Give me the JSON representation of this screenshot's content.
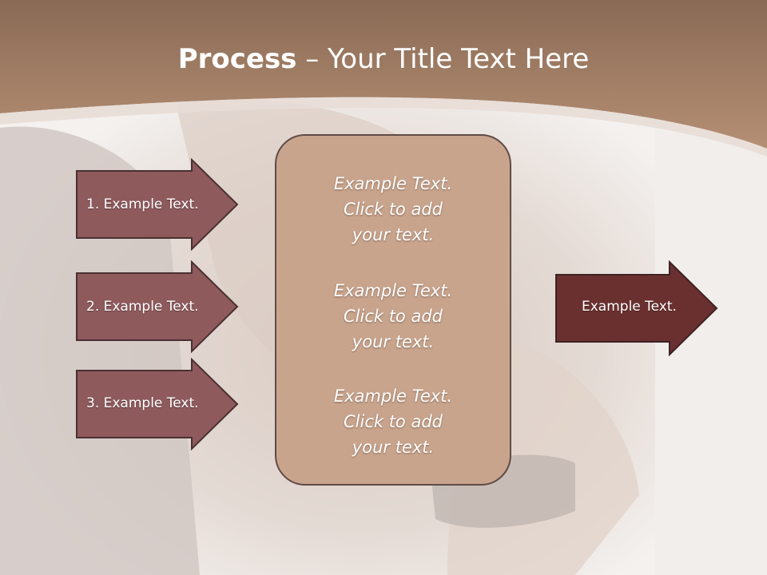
{
  "slide": {
    "title_bold": "Process",
    "title_rest": " – Your Title Text Here"
  },
  "left_arrows": [
    {
      "label": "1. Example Text."
    },
    {
      "label": "2. Example Text."
    },
    {
      "label": "3. Example Text."
    }
  ],
  "center_box": {
    "blocks": [
      {
        "line1": "Example Text.",
        "line2": "Click  to add",
        "line3": "your text."
      },
      {
        "line1": "Example Text.",
        "line2": "Click  to add",
        "line3": "your text."
      },
      {
        "line1": "Example Text.",
        "line2": "Click  to add",
        "line3": "your text."
      }
    ]
  },
  "right_arrow": {
    "label": "Example Text."
  },
  "colors": {
    "header_brown": "#9e7a62",
    "left_arrow_fill": "#8e5a5c",
    "right_arrow_fill": "#6a302f",
    "center_fill": "#c9a48c",
    "outline": "#4a3032"
  }
}
